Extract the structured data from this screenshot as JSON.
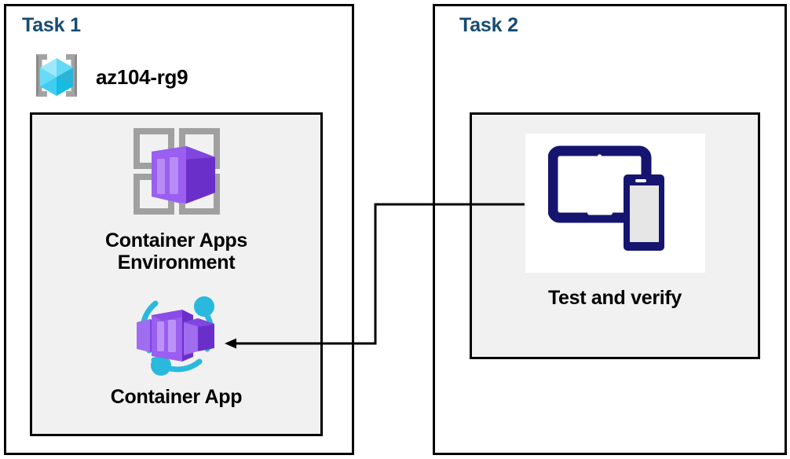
{
  "diagram": {
    "title_color": "#164b72",
    "panel_border_color": "#000000",
    "inner_box_bg": "#f1f1f1",
    "connector_color": "#000000"
  },
  "task1": {
    "title": "Task 1",
    "resource_group": {
      "icon": "resource-group-icon",
      "name": "az104-rg9"
    },
    "nodes": [
      {
        "icon": "container-apps-environment-icon",
        "label_line1": "Container Apps",
        "label_line2": "Environment",
        "accent_color": "#7a37d4"
      },
      {
        "icon": "container-app-icon",
        "label_line1": "Container App",
        "label_line2": "",
        "accent_color": "#7a37d4"
      }
    ]
  },
  "task2": {
    "title": "Task 2",
    "nodes": [
      {
        "icon": "test-and-verify-devices-icon",
        "label": "Test and verify",
        "accent_color": "#1a1a6e"
      }
    ]
  },
  "connector": {
    "name": "test-to-container-app-arrow",
    "direction": "left",
    "from": "Test and verify",
    "to": "Container App"
  }
}
